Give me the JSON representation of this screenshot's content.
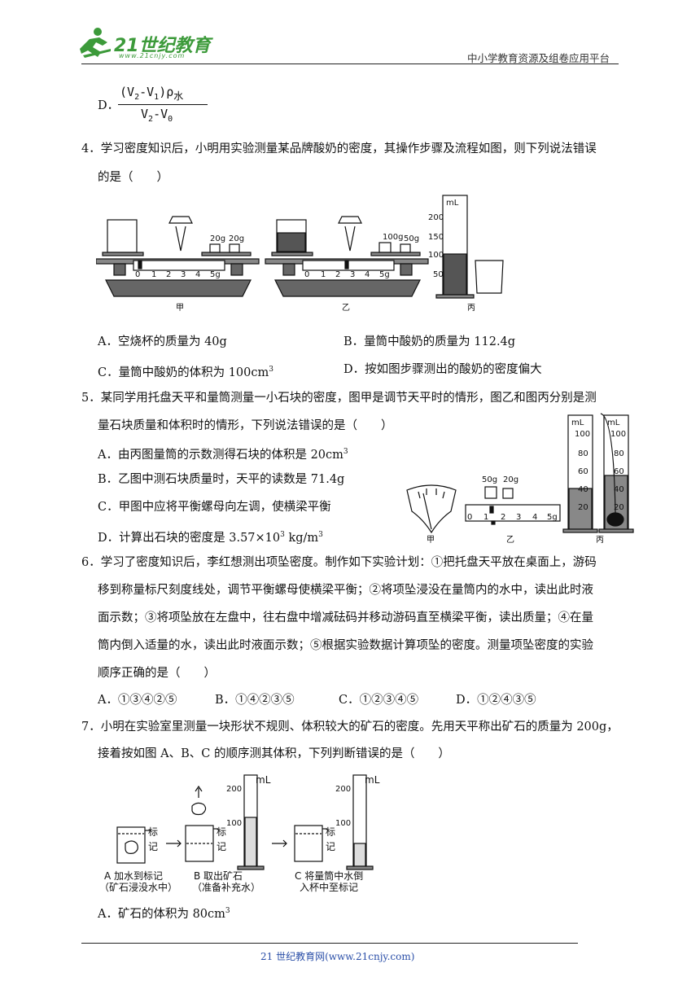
{
  "header": {
    "logo_text": "21世纪教育",
    "logo_url": "www.21cnjy.com",
    "right_text": "中小学教育资源及组卷应用平台"
  },
  "q3": {
    "option_d_letter": "D．",
    "numerator": "(V",
    "num_sub2": "2",
    "num_mid": "-V",
    "num_sub1": "1",
    "num_rho": ")ρ",
    "num_water": "水",
    "denominator": "V",
    "den_sub2": "2",
    "den_mid": "-V",
    "den_sub0": "0"
  },
  "q4": {
    "line1": "4．学习密度知识后，小明用实验测量某品牌酸奶的密度，其操作步骤及流程如图，则下列说法错误",
    "line2": "的是（　　）",
    "fig_labels": {
      "jia": "甲",
      "yi": "乙",
      "bing": "丙",
      "ml": "mL",
      "w20a": "20g",
      "w20b": "20g",
      "w100": "100g",
      "w50": "50g",
      "t200": "200",
      "t150": "150",
      "t100": "100",
      "t50": "50",
      "s0": "0",
      "s1": "1",
      "s2": "2",
      "s3": "3",
      "s4": "4",
      "s5": "5g"
    },
    "opt_a": "A．空烧杯的质量为 40g",
    "opt_b": "B．量筒中酸奶的质量为 112.4g",
    "opt_c": "C．量筒中酸奶的体积为 100cm",
    "opt_c_sup": "3",
    "opt_d": "D．按如图步骤测出的酸奶的密度偏大"
  },
  "q5": {
    "line1": "5．某同学用托盘天平和量筒测量一小石块的密度，图甲是调节天平时的情形，图乙和图丙分别是测",
    "line2": "量石块质量和体积时的情形，下列说法错误的是（　　）",
    "opt_a": "A．由丙图量筒的示数测得石块的体积是 20cm",
    "opt_a_sup": "3",
    "opt_b": "B．乙图中测石块质量时，天平的读数是 71.4g",
    "opt_c": "C．甲图中应将平衡螺母向左调，使横梁平衡",
    "opt_d": "D．计算出石块的密度是 3.57×10",
    "opt_d_sup": "3",
    "opt_d_unit": " kg/m",
    "opt_d_sup2": "3",
    "fig_labels": {
      "jia": "甲",
      "yi": "乙",
      "bing": "丙",
      "ml": "mL",
      "w50": "50g",
      "w20": "20g",
      "t100": "100",
      "t80": "80",
      "t60": "60",
      "t40": "40",
      "t20": "20",
      "s0": "0",
      "s1": "1",
      "s2": "2",
      "s3": "3",
      "s4": "4",
      "s5": "5g"
    }
  },
  "q6": {
    "line1": "6．学习了密度知识后，李红想测出项坠密度。制作如下实验计划：①把托盘天平放在桌面上，游码",
    "line2": "移到称量标尺刻度线处，调节平衡螺母使横梁平衡；②将项坠浸没在量筒内的水中，读出此时液",
    "line3": "面示数；③将项坠放在左盘中，往右盘中增减砝码并移动游码直至横梁平衡，读出质量；④在量",
    "line4": "筒内倒入适量的水，读出此时液面示数；⑤根据实验数据计算项坠的密度。测量项坠密度的实验",
    "line5": "顺序正确的是（　　）",
    "opt_a": "A．①③④②⑤",
    "opt_b": "B．①④②③⑤",
    "opt_c": "C．①②③④⑤",
    "opt_d": "D．①②④③⑤"
  },
  "q7": {
    "line1": "7．小明在实验室里测量一块形状不规则、体积较大的矿石的密度。先用天平称出矿石的质量为 200g，",
    "line2": "接着按如图 A、B、C 的顺序测其体积，下列判断错误的是（　　）",
    "fig_labels": {
      "ml1": "mL",
      "ml2": "mL",
      "t200a": "200",
      "t100a": "100",
      "t200b": "200",
      "t100b": "100",
      "mark_a1": "标",
      "mark_a2": "记",
      "mark_b1": "标",
      "mark_b2": "记",
      "mark_c1": "标",
      "mark_c2": "记",
      "cap_a1": "A 加水到标记",
      "cap_a2": "（矿石浸没水中）",
      "cap_b1": "B 取出矿石",
      "cap_b2": "（准备补充水）",
      "cap_c1": "C 将量筒中水倒",
      "cap_c2": "入杯中至标记"
    },
    "opt_a": "A．矿石的体积为 80cm",
    "opt_a_sup": "3"
  },
  "footer": {
    "text": "21 世纪教育网(www.21cnjy.com)"
  },
  "colors": {
    "logo_green": "#3c9a3a",
    "footer_blue": "#2b4fa8",
    "liquid_dark": "#555555"
  }
}
